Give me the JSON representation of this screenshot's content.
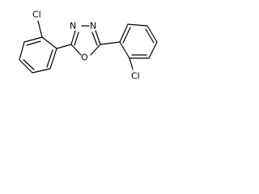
{
  "molecule": {
    "atoms": {
      "n3": "N",
      "n4": "N",
      "o1": "O",
      "cl_left": "Cl",
      "cl_right": "Cl"
    }
  }
}
